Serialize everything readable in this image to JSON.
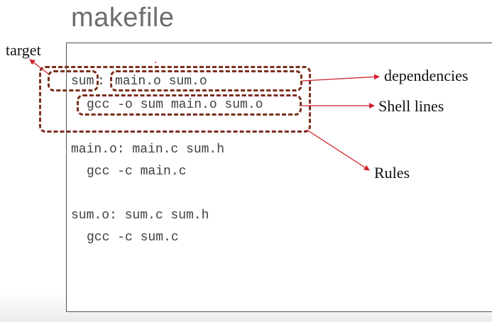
{
  "title": "makefile",
  "code": {
    "rule1_target": "sum",
    "rule1_colon": ":",
    "rule1_deps": "main.o sum.o",
    "rule1_shell": "gcc -o sum main.o sum.o",
    "rule2_header": "main.o: main.c sum.h",
    "rule2_shell": "gcc -c main.c",
    "rule3_header": "sum.o: sum.c sum.h",
    "rule3_shell": "gcc -c sum.c"
  },
  "annotations": {
    "target": "target",
    "dependencies": "dependencies",
    "shell_lines": "Shell lines",
    "rules": "Rules"
  },
  "colors": {
    "dashed_box": "#7b2e1e",
    "arrow": "#d0202a",
    "code_text": "#404040",
    "title_text": "#6d6d6d"
  }
}
